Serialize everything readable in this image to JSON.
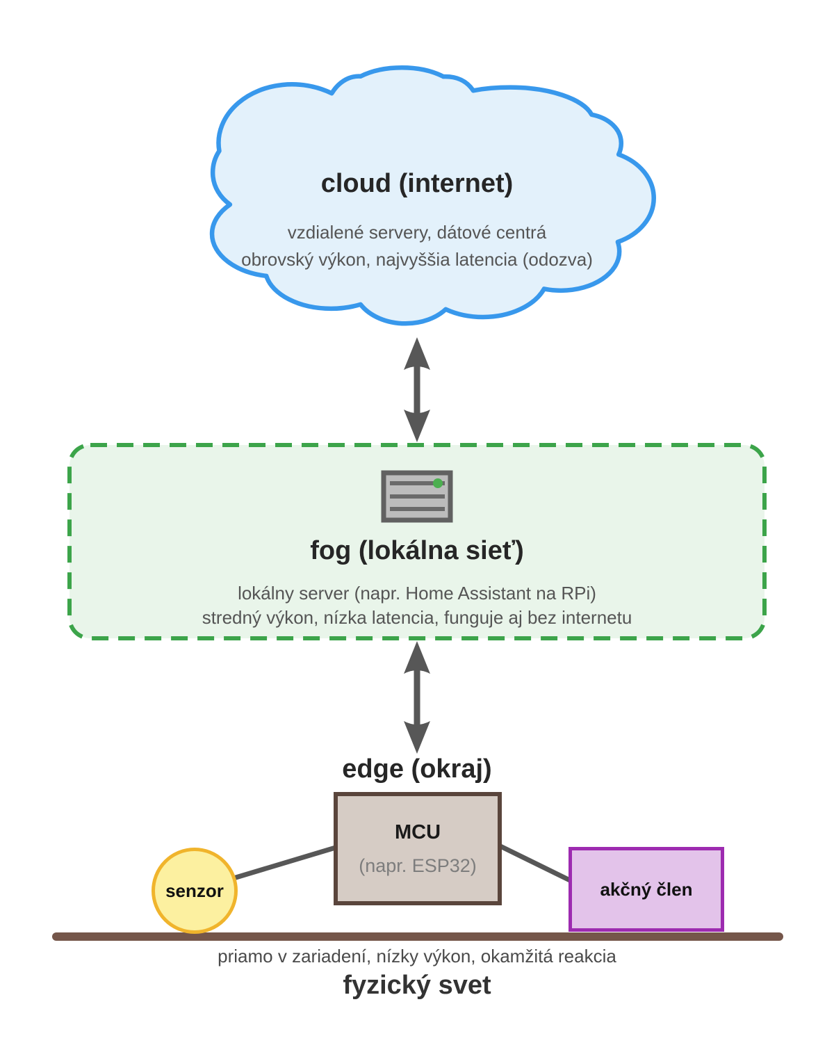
{
  "cloud": {
    "title": "cloud (internet)",
    "description_line1": "vzdialené servery, dátové centrá",
    "description_line2": "obrovský výkon, najvyššia latencia (odozva)",
    "fill": "#e3f1fb",
    "stroke": "#3898ec"
  },
  "fog": {
    "title": "fog (lokálna sieť)",
    "description_line1": "lokálny server (napr. Home Assistant na RPi)",
    "description_line2": "stredný výkon, nízka latencia, funguje aj bez internetu",
    "fill": "#e9f5ea",
    "stroke": "#3ca44a",
    "server_icon": "server-icon",
    "server_led_color": "#4caf50"
  },
  "edge": {
    "title": "edge (okraj)",
    "mcu": {
      "label": "MCU",
      "sublabel": "(napr. ESP32)",
      "fill": "#d6ccc5",
      "stroke": "#5a453c"
    },
    "sensor": {
      "label": "senzor",
      "fill": "#fcf0a0",
      "stroke": "#f0b42c"
    },
    "actuator": {
      "label": "akčný člen",
      "fill": "#e3c3ea",
      "stroke": "#9d2bb0"
    }
  },
  "physical_world": {
    "description": "priamo v zariadení, nízky výkon, okamžitá reakcia",
    "title": "fyzický svet",
    "ground_color": "#75564a"
  },
  "connectors": {
    "arrow_icon": "double-headed-arrow-icon",
    "arrow_color": "#575757"
  }
}
